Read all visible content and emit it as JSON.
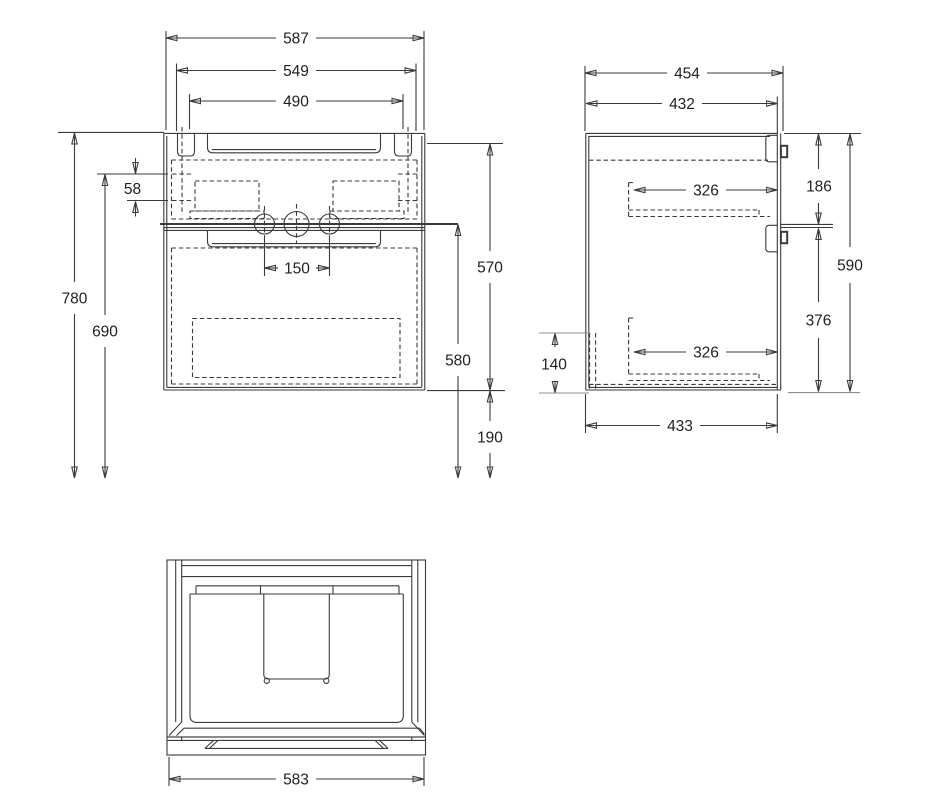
{
  "drawing": {
    "type": "technical-orthographic-drawing",
    "views": [
      "front-elevation",
      "side-elevation",
      "bottom-plan"
    ]
  },
  "colors": {
    "line": "#3a3a3a",
    "construction": "#8f8f8f",
    "text": "#1f1f1f",
    "background": "#ffffff"
  },
  "dims": {
    "front": {
      "width_outer": "587",
      "width_mid": "549",
      "width_inner": "490",
      "tap_spacing": "150",
      "rail_offset": "58",
      "height_total": "780",
      "height_rail": "690",
      "cabinet_height": "570",
      "basin_line_height": "580",
      "clearance": "190"
    },
    "side": {
      "depth_outer": "454",
      "depth_inner": "432",
      "drawer_depth_upper": "326",
      "drawer_depth_lower": "326",
      "depth_bottom": "433",
      "front_upper": "186",
      "height": "590",
      "front_lower": "376",
      "recess_height": "140"
    },
    "plan": {
      "width": "583"
    }
  }
}
